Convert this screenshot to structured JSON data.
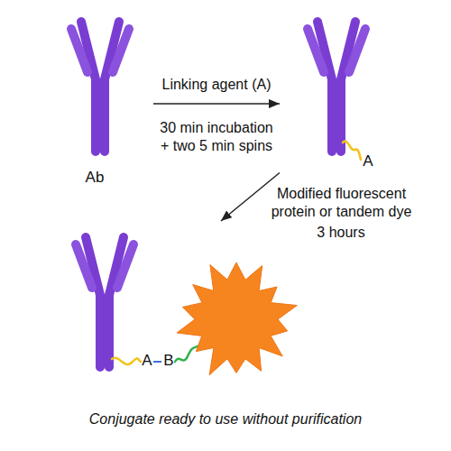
{
  "diagram": {
    "caption": "Conjugate ready to use without purification",
    "nodes": [
      {
        "text": [
          "Ab"
        ]
      },
      {
        "text": [
          "A"
        ]
      },
      {
        "text": [
          "A",
          "B"
        ]
      }
    ],
    "edges": [
      {
        "from": 0,
        "to": 1,
        "arrow": "to",
        "label": "Linking agent (A)"
      },
      {
        "from": 1,
        "to": 2,
        "arrow": "to",
        "label": "Modified fluorescent protein or tandem dye"
      }
    ],
    "labels": [
      "30 min incubation + two 5 min spins",
      "3 hours"
    ]
  }
}
